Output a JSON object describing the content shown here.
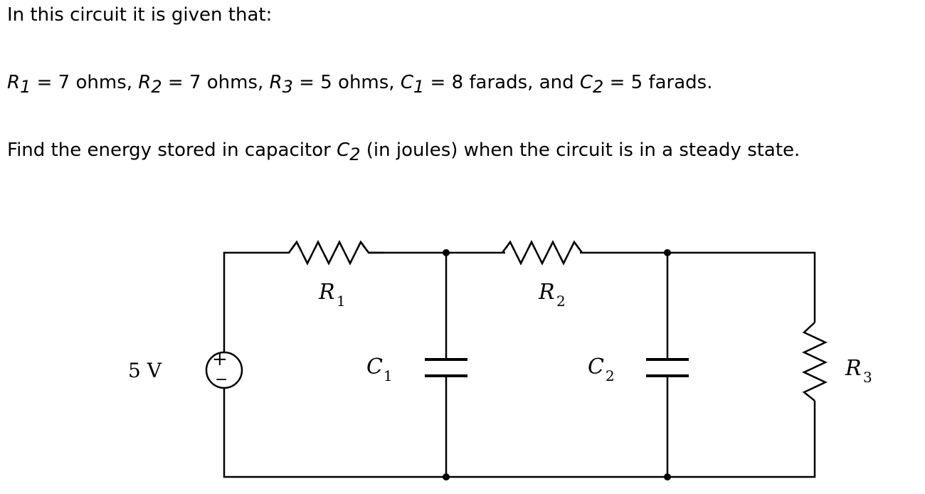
{
  "problem": {
    "intro": "In this circuit it is given that:",
    "givens": [
      {
        "sym": "R",
        "sub": "1",
        "value": " = 7 ohms, "
      },
      {
        "sym": "R",
        "sub": "2",
        "value": " = 7 ohms, "
      },
      {
        "sym": "R",
        "sub": "3",
        "value": " = 5 ohms, "
      },
      {
        "sym": "C",
        "sub": "1",
        "value": " = 8 farads, and "
      },
      {
        "sym": "C",
        "sub": "2",
        "value": " = 5 farads."
      }
    ],
    "question": {
      "before": "Find the energy stored in capacitor ",
      "sym": "C",
      "sub": "2",
      "after": " (in joules) when the circuit is in a steady state."
    }
  },
  "circuit": {
    "source": {
      "value": "5 V",
      "plus": "+",
      "minus": "−"
    },
    "r1": {
      "sym": "R",
      "sub": "1"
    },
    "r2": {
      "sym": "R",
      "sub": "2"
    },
    "r3": {
      "sym": "R",
      "sub": "3"
    },
    "c1": {
      "sym": "C",
      "sub": "1"
    },
    "c2": {
      "sym": "C",
      "sub": "2"
    }
  }
}
